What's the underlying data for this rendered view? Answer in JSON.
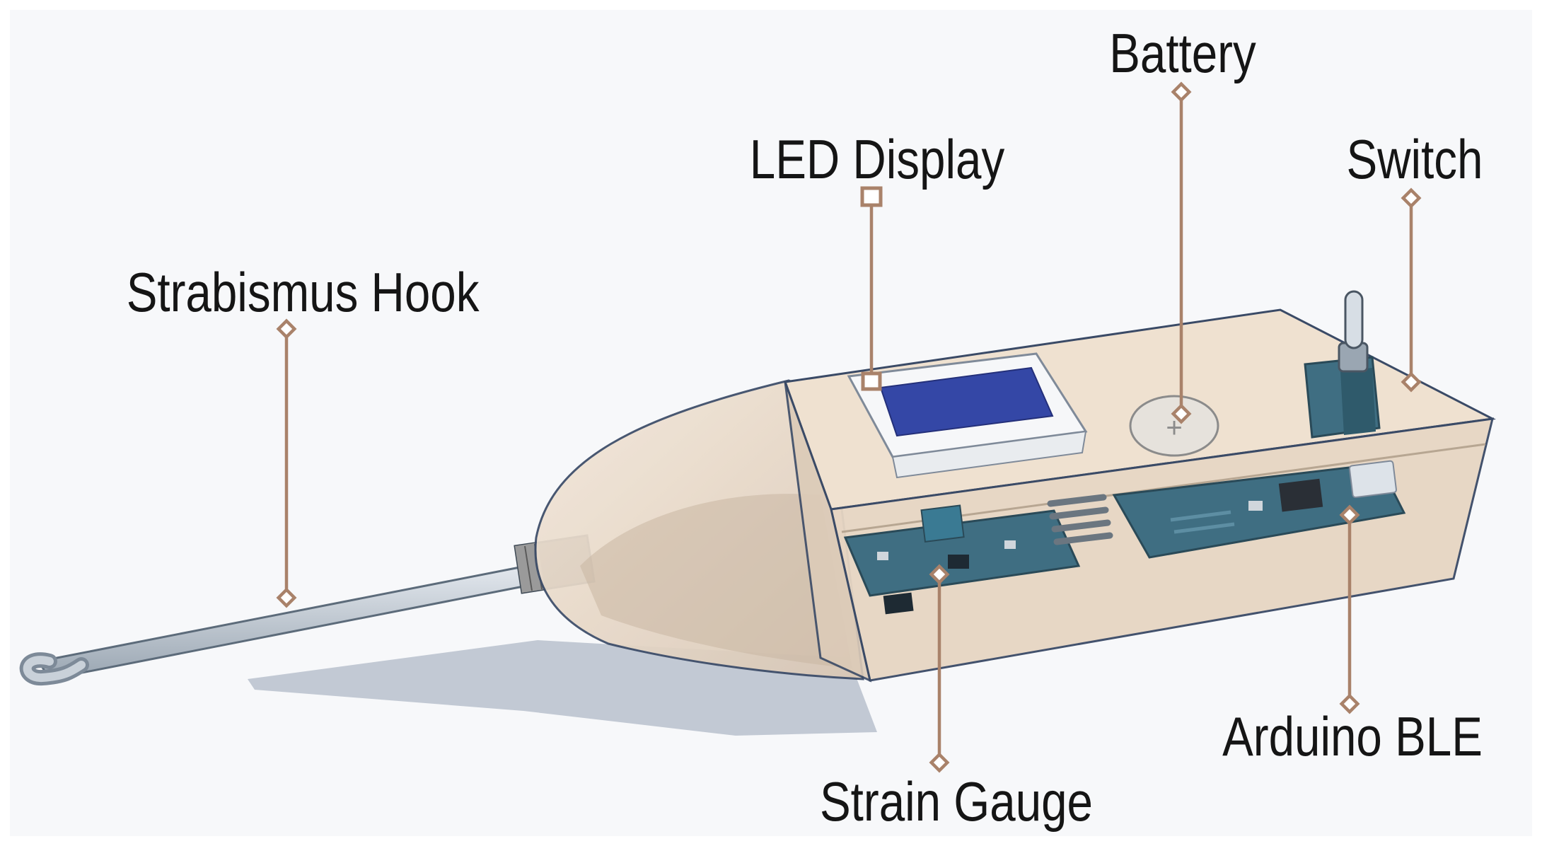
{
  "diagram": {
    "callouts": [
      {
        "id": "strabismus-hook",
        "label": "Strabismus Hook",
        "target": "hook-shaft"
      },
      {
        "id": "led-display",
        "label": "LED Display",
        "target": "oled-module"
      },
      {
        "id": "battery",
        "label": "Battery",
        "target": "coin-cell"
      },
      {
        "id": "switch",
        "label": "Switch",
        "target": "toggle-switch"
      },
      {
        "id": "strain-gauge",
        "label": "Strain Gauge",
        "target": "hx711-board"
      },
      {
        "id": "arduino-ble",
        "label": "Arduino BLE",
        "target": "arduino-board"
      }
    ]
  },
  "style": {
    "background": "#f7f8fa",
    "leader_color": "#a9826a",
    "housing_color": "#ecdcc8",
    "board_color": "#3f6e82",
    "screen_color": "#3447a6"
  }
}
